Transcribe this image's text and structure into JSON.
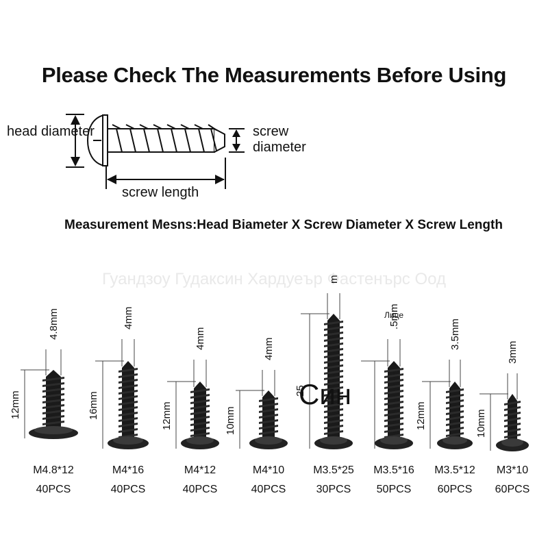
{
  "title": "Please Check The Measurements Before Using",
  "diagram": {
    "head_diameter_label": "head diameter",
    "screw_diameter_label": "screw diameter",
    "screw_length_label": "screw length"
  },
  "formula": "Measurement Mesns:Head Biameter X Screw Diameter X Screw Length",
  "watermark": "Гуандзоу Гудаксин Хардуеър Фастенърс Оод",
  "stamps": {
    "small": "Лице",
    "large": "Син"
  },
  "screws": [
    {
      "code": "M4.8*12",
      "qty": "40PCS",
      "head_dim": "4.8mm",
      "length_dim": "12mm"
    },
    {
      "code": "M4*16",
      "qty": "40PCS",
      "head_dim": "4mm",
      "length_dim": "16mm"
    },
    {
      "code": "M4*12",
      "qty": "40PCS",
      "head_dim": "4mm",
      "length_dim": "12mm"
    },
    {
      "code": "M4*10",
      "qty": "40PCS",
      "head_dim": "4mm",
      "length_dim": "10mm"
    },
    {
      "code": "M3.5*25",
      "qty": "30PCS",
      "head_dim": "m",
      "length_dim": "25"
    },
    {
      "code": "M3.5*16",
      "qty": "50PCS",
      "head_dim": ".5mm",
      "length_dim": ""
    },
    {
      "code": "M3.5*12",
      "qty": "60PCS",
      "head_dim": "3.5mm",
      "length_dim": "12mm"
    },
    {
      "code": "M3*10",
      "qty": "60PCS",
      "head_dim": "3mm",
      "length_dim": "10mm"
    }
  ]
}
